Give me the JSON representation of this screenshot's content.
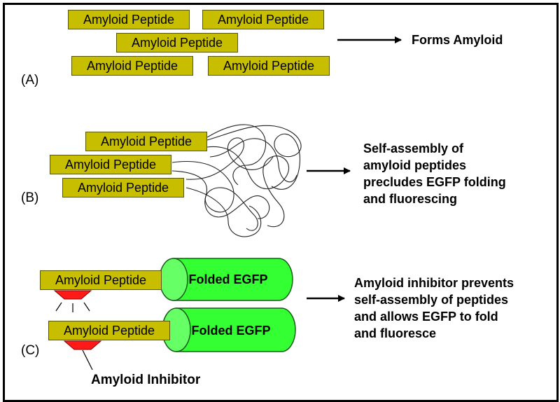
{
  "peptide_label": "Amyloid Peptide",
  "panels": {
    "a": {
      "label": "(A)",
      "result": "Forms Amyloid"
    },
    "b": {
      "label": "(B)",
      "result_lines": [
        "Self-assembly of",
        "amyloid peptides",
        "precludes EGFP folding",
        "and fluorescing"
      ]
    },
    "c": {
      "label": "(C)",
      "result_lines": [
        "Amyloid inhibitor prevents",
        "self-assembly of peptides",
        "and allows EGFP to fold",
        "and fluoresce"
      ],
      "egfp_label": "Folded EGFP",
      "inhibitor_label": "Amyloid Inhibitor"
    }
  },
  "colors": {
    "peptide": "#c8be00",
    "egfp": "#33ff33",
    "inhibitor": "#ff1a1a"
  }
}
